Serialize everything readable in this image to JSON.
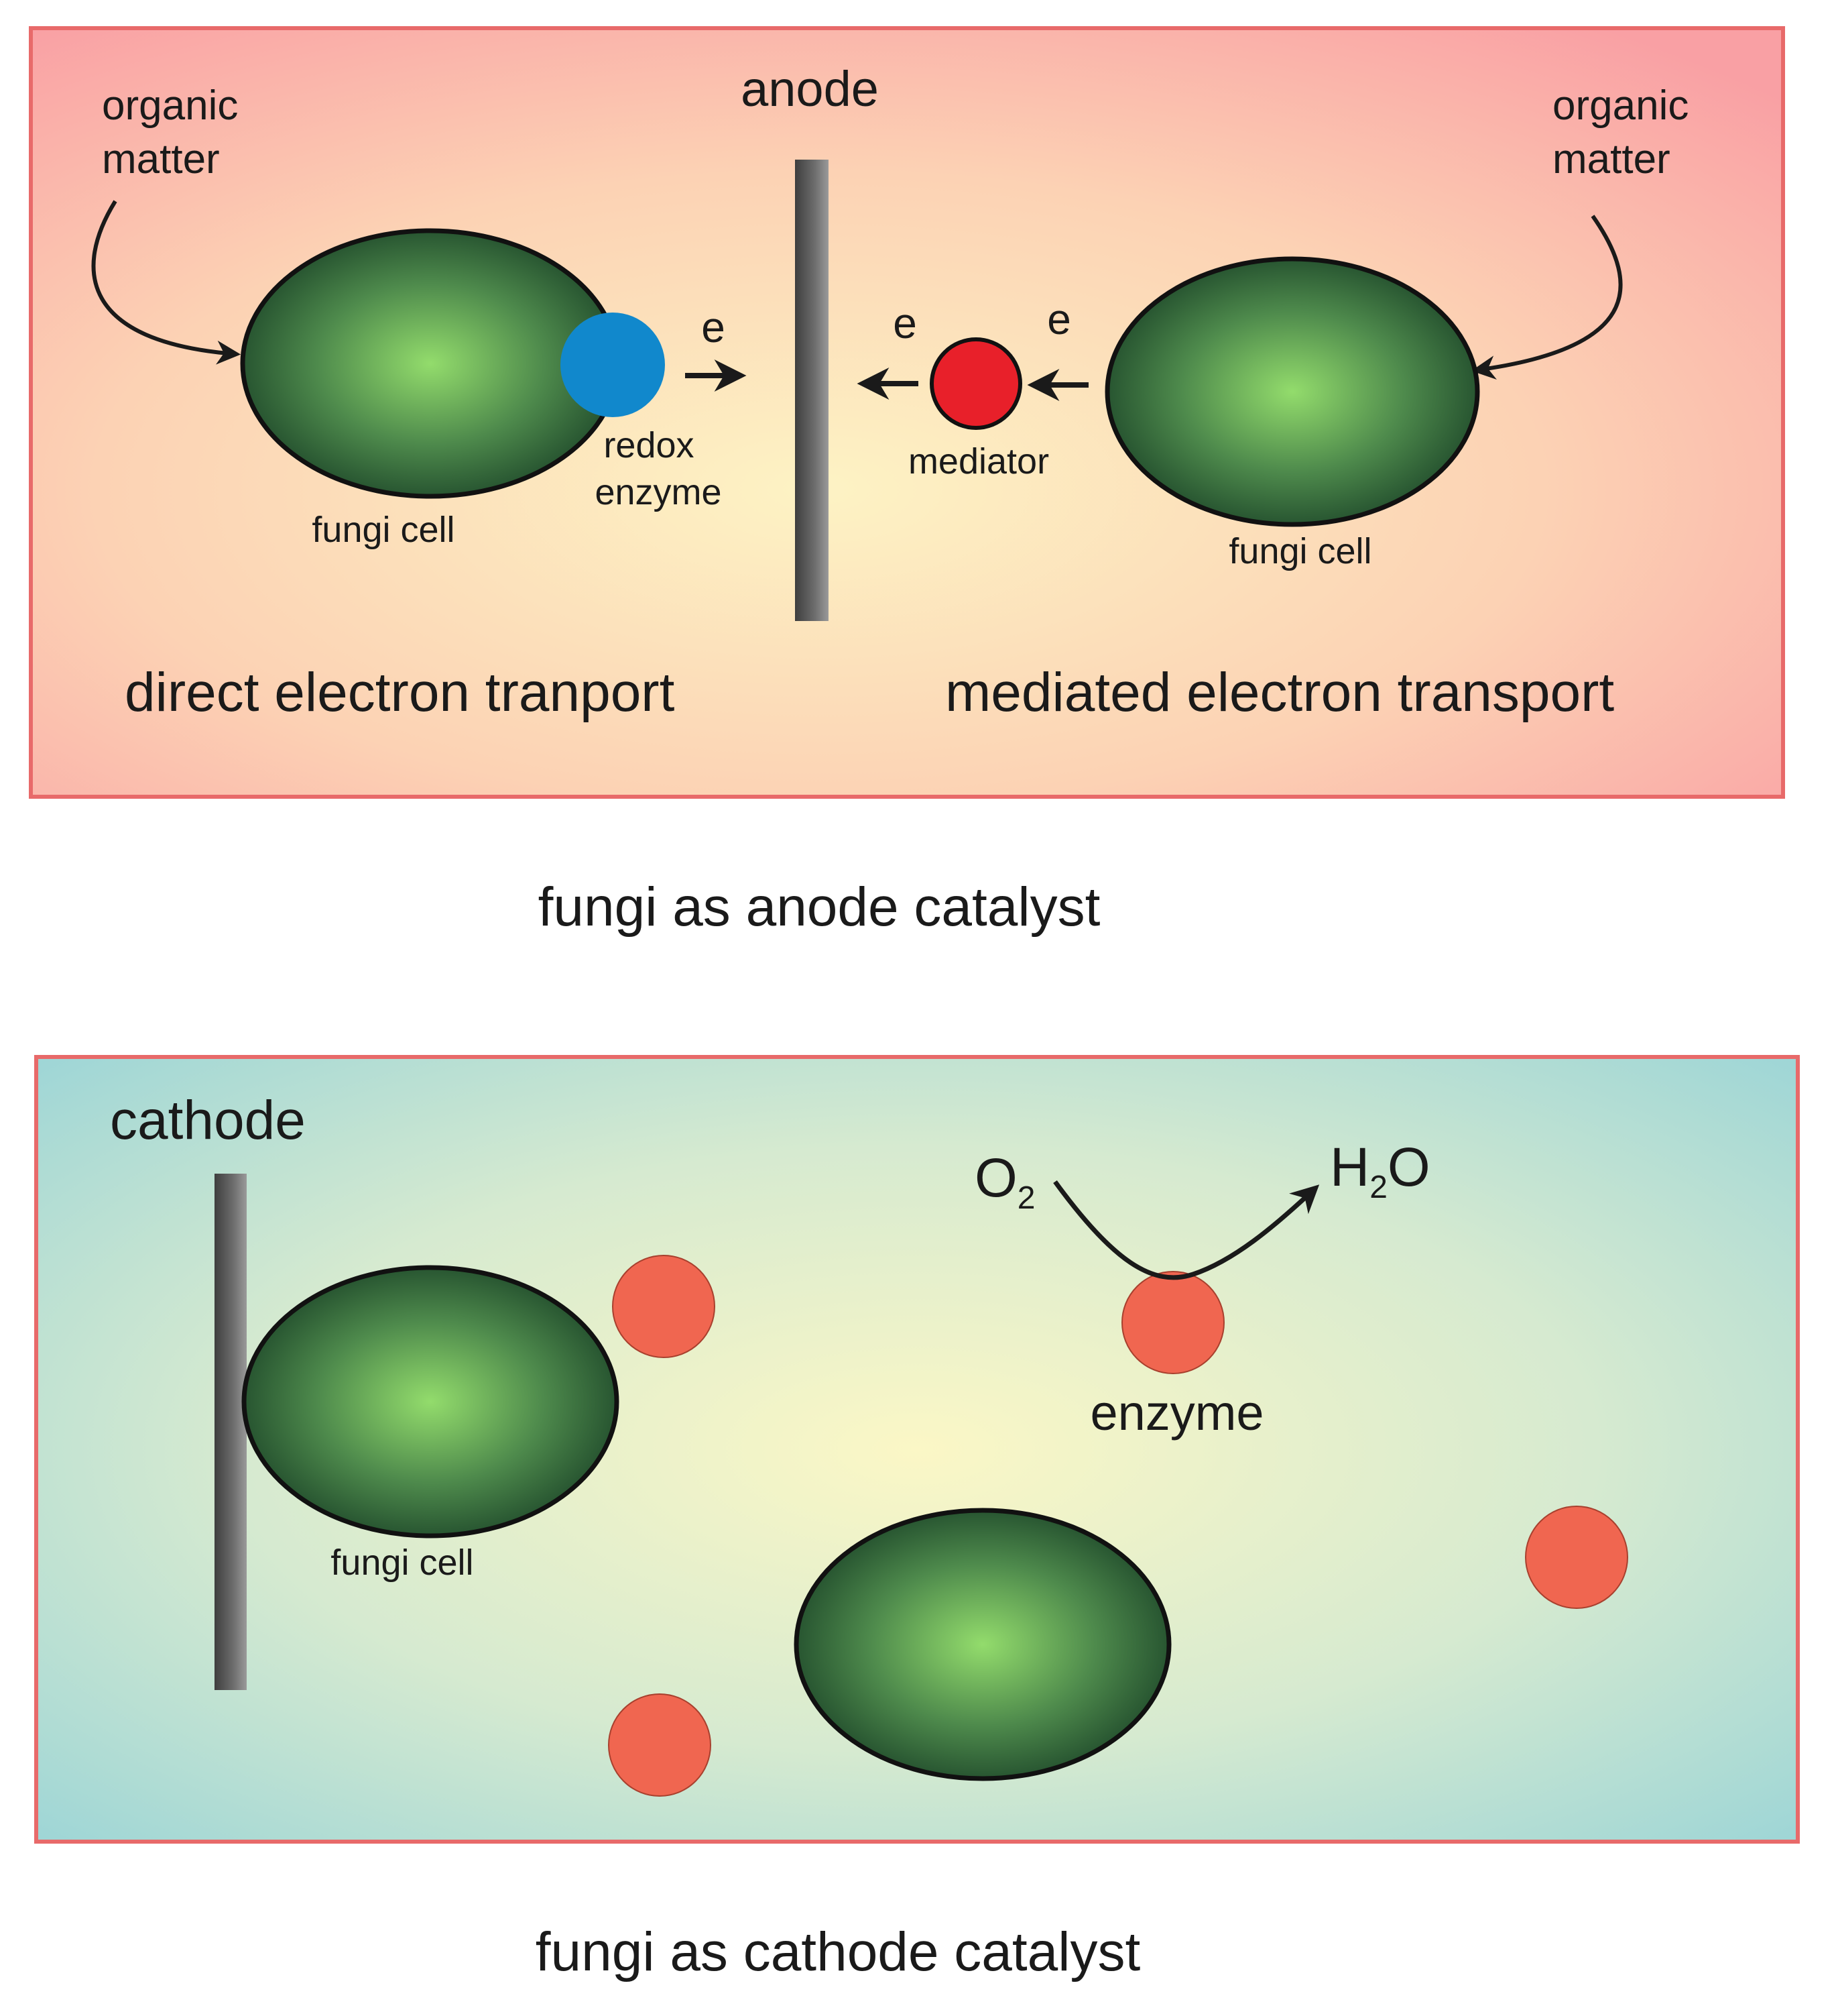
{
  "anode_panel": {
    "electrode_label": "anode",
    "left": {
      "organic_label_1": "organic",
      "organic_label_2": "matter",
      "cell_label": "fungi cell",
      "enzyme_label_1": "redox",
      "enzyme_label_2": "enzyme",
      "electron_label": "e",
      "mode_label": "direct electron tranport"
    },
    "right": {
      "organic_label_1": "organic",
      "organic_label_2": "matter",
      "cell_label": "fungi cell",
      "mediator_label": "mediator",
      "electron_label_1": "e",
      "electron_label_2": "e",
      "mode_label": "mediated electron transport"
    },
    "caption": "fungi as anode catalyst"
  },
  "cathode_panel": {
    "electrode_label": "cathode",
    "cell_label": "fungi cell",
    "enzyme_label": "enzyme",
    "reactant": {
      "main": "O",
      "sub": "2"
    },
    "product": {
      "main1": "H",
      "sub": "2",
      "main2": "O"
    },
    "caption": "fungi as cathode catalyst"
  },
  "colors": {
    "panel_border": "#e86a6a",
    "cell_dark": "#1f4a2a",
    "cell_light": "#8fd86a",
    "redox_enzyme": "#1188cc",
    "mediator": "#e8202a",
    "cathode_enzyme": "#f06650",
    "electrode": "#5a5a5a"
  }
}
